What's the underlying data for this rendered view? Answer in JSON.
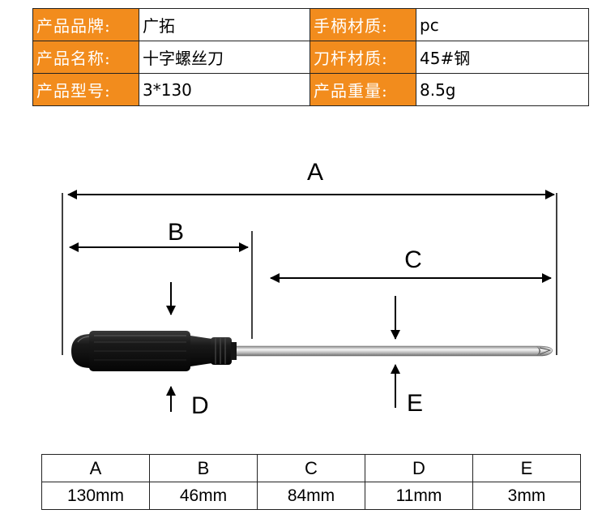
{
  "specs": {
    "rows": [
      {
        "label1": "产品品牌:",
        "value1": "广拓",
        "label2": "手柄材质:",
        "value2": "pc"
      },
      {
        "label1": "产品名称:",
        "value1": "十字螺丝刀",
        "label2": "刀杆材质:",
        "value2": "45#钢"
      },
      {
        "label1": "产品型号:",
        "value1": "3*130",
        "label2": "产品重量:",
        "value2": "8.5g"
      }
    ]
  },
  "diagram": {
    "labels": {
      "a": "A",
      "b": "B",
      "c": "C",
      "d": "D",
      "e": "E"
    }
  },
  "dimensions": {
    "headers": [
      "A",
      "B",
      "C",
      "D",
      "E"
    ],
    "values": [
      "130mm",
      "46mm",
      "84mm",
      "11mm",
      "3mm"
    ]
  },
  "colors": {
    "label_bg": "#f28c1d",
    "label_text": "#ffffff"
  }
}
